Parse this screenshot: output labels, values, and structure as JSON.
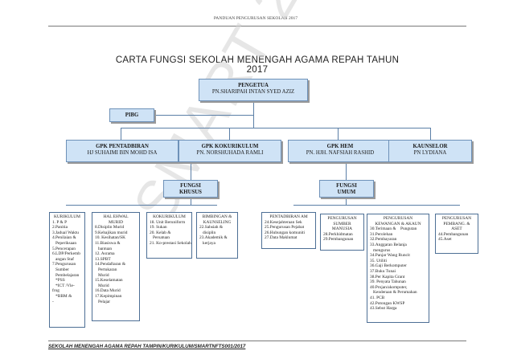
{
  "header": {
    "text": "PANDUAN PENGURUSAN SEKOLAH 2017"
  },
  "title": "CARTA FUNGSI  SEKOLAH MENENGAH AGAMA REPAH TAHUN 2017",
  "watermark": "SMART 2017",
  "pengetua": {
    "role": "PENGETUA",
    "name": "PN.SHARIPAH  INTAN SYED  AZIZ"
  },
  "pibg": "PIBG",
  "gpk": [
    {
      "role": "GPK  PENTADBIRAN",
      "name": "HJ SUHAIMI BIN MOHD ISA"
    },
    {
      "role": "GPK  KOKURIKULUM",
      "name": "PN.  NORSHUHADA  RAMLI"
    },
    {
      "role": "GPK  HEM",
      "name": "PN.  HJH.  NAFSIAH RASHID"
    },
    {
      "role": "KAUNSELOR",
      "name": "PN LYDIANA"
    }
  ],
  "fungsi_khusus": {
    "l1": "FUNGSI",
    "l2": "KHUSUS"
  },
  "fungsi_umum": {
    "l1": "FUNGSI",
    "l2": "UMUM"
  },
  "lists": {
    "kurikulum": {
      "title": "KURIKULUM",
      "items": [
        "1. P & P",
        "2.Panitia",
        "3.Jadual Waktu",
        "4.Penilaian &",
        "   Peperiksaan",
        "5.Pencerapan",
        "6.LDP/Perkemb",
        "   angan Staf",
        "7.Pengurusan",
        "   Sumber",
        "   Pembelajaran",
        "   *PSS",
        "   *ICT /Vle-",
        "frog",
        "   *BBM &",
        "-"
      ]
    },
    "hal_ehwal": {
      "title": "HAL EHWAL",
      "title2": "MURID",
      "items": [
        "8.Disiplin Murid",
        "9.Kebajikan murid",
        "10. Kesihatan/SK",
        "11.Biasiswa &",
        "   bantuan",
        "12. Asrama",
        "13.SPBT",
        "14.Pendaftaran &",
        "   Pertukaran",
        "   Murid",
        "15.Keselamatan",
        "   Murid",
        "16.Data Murid",
        "17.Kepimpinan",
        "   Pelajar"
      ]
    },
    "kokurikulum": {
      "title": "KOKURIKULUM",
      "items": [
        "18. Unit Beruniform",
        "19. Sukan",
        "20. Kelab &",
        "   Persatuan",
        "21. Ko-prestasi Sekolah"
      ]
    },
    "bimbingan": {
      "title": "BIMBINGAN &",
      "title2": "KAUNSELING",
      "items": [
        "22.Sahsiah &",
        "   disiplin",
        "23.Akademik &",
        "   kerjaya"
      ]
    },
    "pentadbiran": {
      "title": "PENTADBIRAN AM",
      "items": [
        "24.Kesejahteraan Sek",
        "25.Pengurusan Pejabat",
        "26.Hubungan komuniti",
        "27.Data Maklumat"
      ]
    },
    "sumber_manusia": {
      "title": "PENGURUSAN",
      "title2": "SUMBER",
      "title3": "MANUSIA",
      "items": [
        "28.Perkhidmatan",
        "29.Pembangunan"
      ]
    },
    "kewangan": {
      "title": "PENGURUSAN",
      "title2": "KEWANGAN & AKAUN",
      "items": [
        "30.Terimaan &    Pungutan",
        "31.Perolehan",
        "32.Pembayaran",
        "33.Anggaran Belanja",
        "   mengurus",
        "34.Panjar Wang Runcit",
        "35. Utiliti",
        "36.Gaji Berkomputer",
        "37.Buku Tunai",
        "38.Per Kapita Grant",
        "39. Penyata Tahunan",
        "40.Projan/akomputer,",
        "   Kenderaan & Perumahan",
        "41. PCB",
        "42.Potongan KWSP",
        "43.Sebut Harga"
      ]
    },
    "pembangunan": {
      "title": "PENGURUSAN",
      "title2": "PEMBANG. &",
      "title3": "ASET",
      "items": [
        "44.Pembangunan",
        "45.Aset"
      ]
    }
  },
  "footer": {
    "text": "SEKOLAH MENENGAH AGAMA REPAH TAMPIN/KURIKULUM/SMARTNFTS001/2017"
  }
}
